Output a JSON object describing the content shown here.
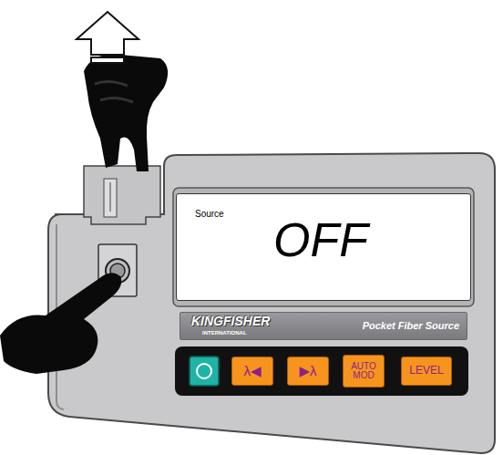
{
  "diagram": {
    "nodes": [
      {
        "text": [
          "Source",
          "OFF"
        ]
      },
      {
        "text": [
          "KINGFISHER",
          "INTERNATIONAL",
          "Pocket Fiber Source"
        ]
      },
      {
        "text": [
          "λ◀"
        ]
      },
      {
        "text": [
          "▶λ"
        ]
      },
      {
        "text": [
          "AUTO MOD"
        ]
      },
      {
        "text": [
          "LEVEL"
        ]
      }
    ]
  }
}
